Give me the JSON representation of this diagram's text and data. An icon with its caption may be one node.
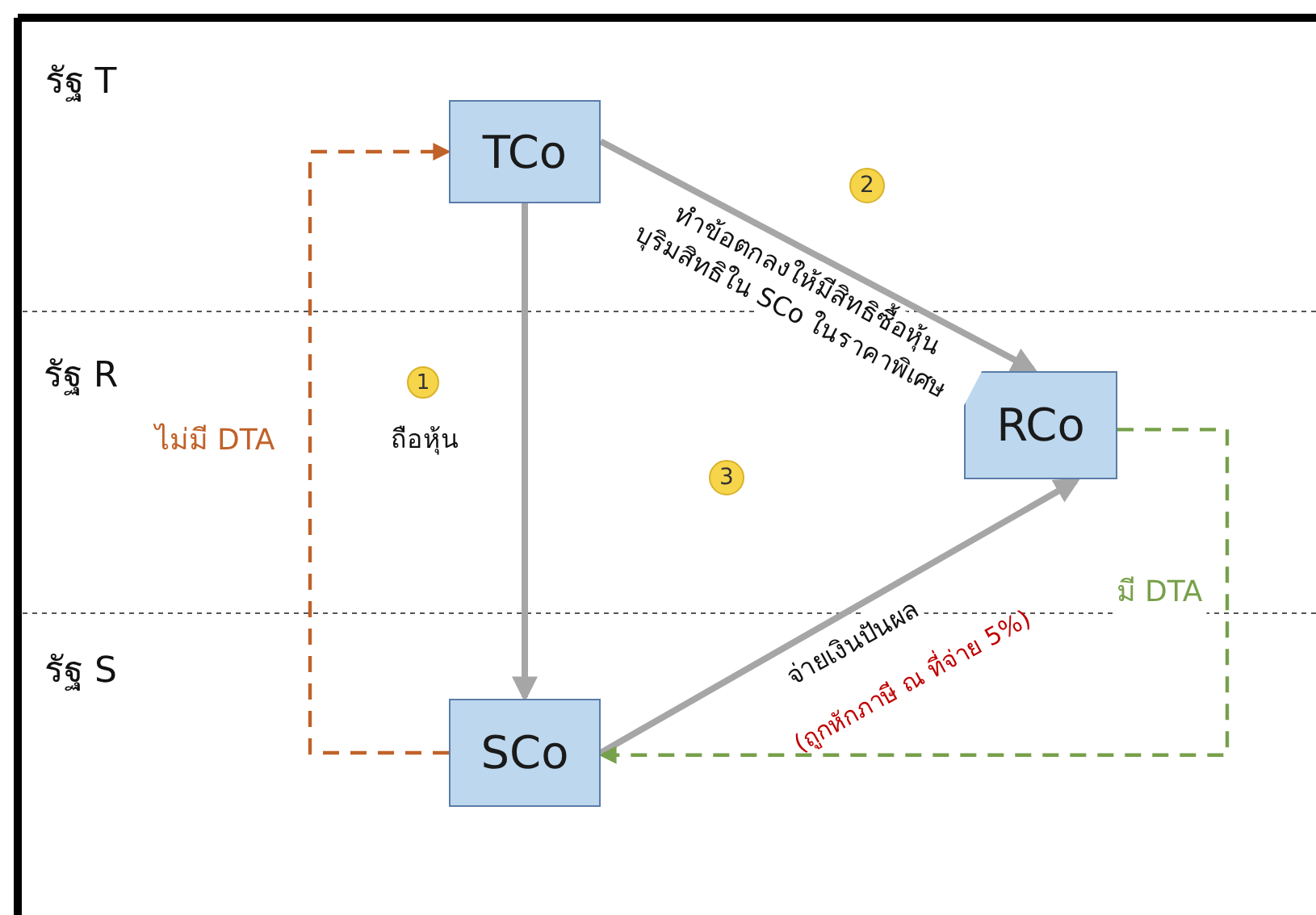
{
  "diagram": {
    "nodes": [
      {
        "text": [
          "TCo"
        ]
      },
      {
        "text": [
          "RCo"
        ]
      },
      {
        "text": [
          "SCo"
        ]
      }
    ],
    "edges": [
      {
        "from": 0,
        "to": 2,
        "arrow": "to",
        "label": "ถือหุ้น"
      },
      {
        "from": 0,
        "to": 1,
        "arrow": "to",
        "label": "ทำข้อตกลงให้มีสิทธิซื้อหุ้น บุริมสิทธิใน SCo ในราคาพิเศษ"
      },
      {
        "from": 2,
        "to": 1,
        "arrow": "to",
        "label": "จ่ายเงินปันผล"
      },
      {
        "from": 2,
        "to": 0,
        "arrow": "to",
        "label": "ไม่มี DTA",
        "style": "dashed",
        "color": "#c0622a"
      },
      {
        "from": 1,
        "to": 2,
        "arrow": "to",
        "label": "มี DTA",
        "style": "dashed",
        "color": "#77a04a"
      }
    ],
    "labels": [
      "รัฐ T",
      "รัฐ R",
      "รัฐ S",
      "1",
      "2",
      "3",
      "(ถูกหักภาษี ณ ที่จ่าย 5%)"
    ]
  }
}
